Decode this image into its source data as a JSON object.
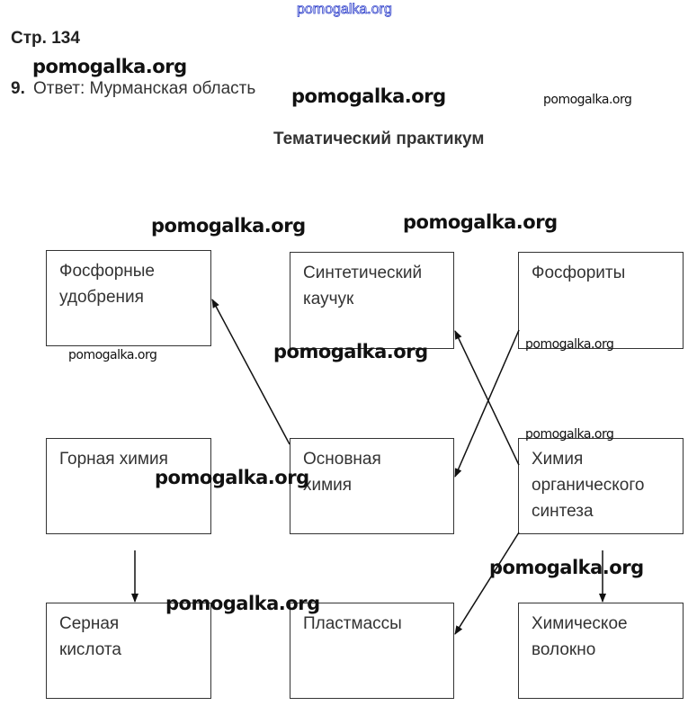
{
  "watermarks": {
    "top": "pomogalka.org",
    "text": "pomogalka.org"
  },
  "header": {
    "page": "Стр. 134",
    "task_number": "9.",
    "answer": "Ответ: Мурманская область"
  },
  "title": "Тематический практикум",
  "boxes": [
    "Фосфорные\nудобрения",
    "Синтетический\nкаучук",
    "Фосфориты",
    "Горная химия",
    "Основная\nхимия",
    "Химия\nорганического\nсинтеза",
    "Серная\nкислота",
    "Пластмассы",
    "Химическое\nволокно"
  ]
}
